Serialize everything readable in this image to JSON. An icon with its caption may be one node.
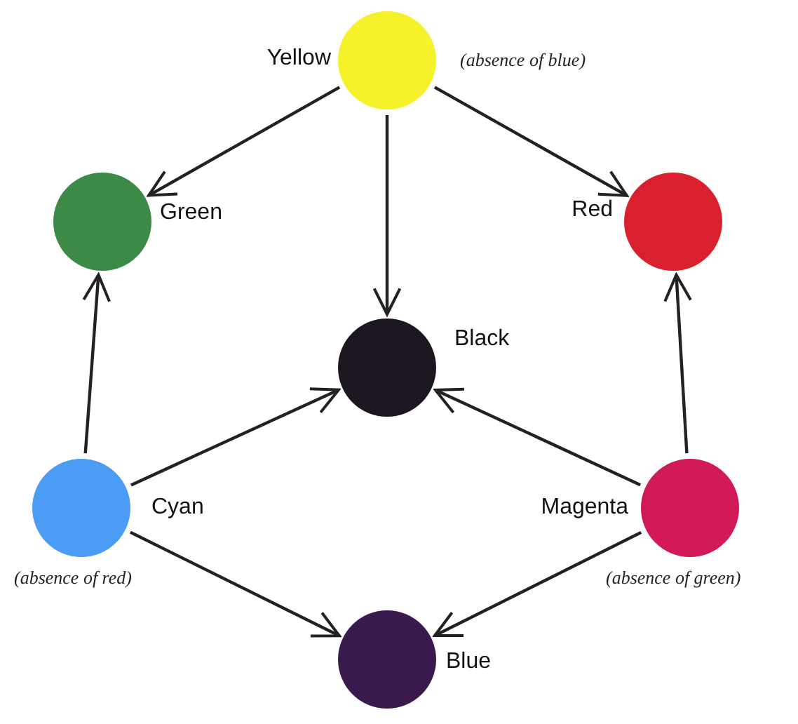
{
  "diagram": {
    "nodes": [
      {
        "text": [
          "Yellow"
        ],
        "beside": [
          "(absence of blue)"
        ]
      },
      {
        "text": [
          "Green"
        ]
      },
      {
        "text": [
          "Red"
        ]
      },
      {
        "text": [
          "Black"
        ]
      },
      {
        "text": [
          "Cyan"
        ],
        "beside": [
          "(absence of red)"
        ]
      },
      {
        "text": [
          "Magenta"
        ],
        "beside": [
          "(absence of green)"
        ]
      },
      {
        "text": [
          "Blue"
        ]
      }
    ],
    "edges": [
      {
        "from": 0,
        "to": 1,
        "arrow": "to"
      },
      {
        "from": 0,
        "to": 3,
        "arrow": "to"
      },
      {
        "from": 0,
        "to": 2,
        "arrow": "to"
      },
      {
        "from": 4,
        "to": 1,
        "arrow": "to"
      },
      {
        "from": 4,
        "to": 3,
        "arrow": "to"
      },
      {
        "from": 4,
        "to": 6,
        "arrow": "to"
      },
      {
        "from": 5,
        "to": 2,
        "arrow": "to"
      },
      {
        "from": 5,
        "to": 3,
        "arrow": "to"
      },
      {
        "from": 5,
        "to": 6,
        "arrow": "to"
      }
    ]
  }
}
